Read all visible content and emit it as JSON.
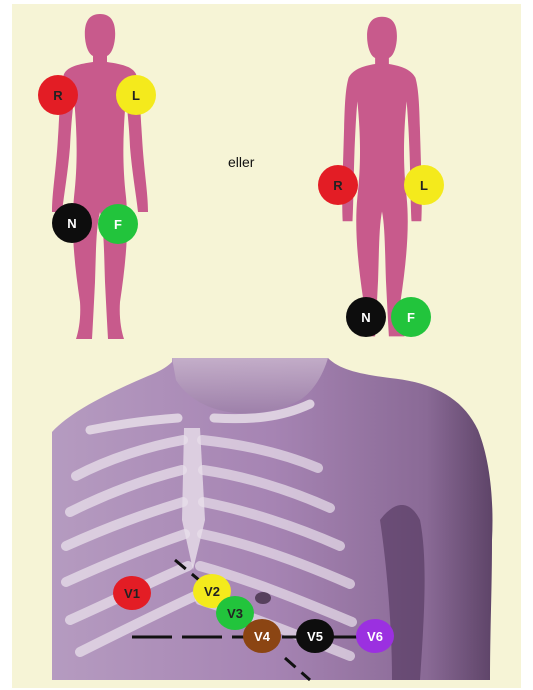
{
  "middle_text": "eller",
  "limb_electrodes_left": [
    {
      "label": "R",
      "color": "#e31d25",
      "text_color": "#222222"
    },
    {
      "label": "L",
      "color": "#f4ea1c",
      "text_color": "#222222"
    },
    {
      "label": "N",
      "color": "#0d0d0d",
      "text_color": "#ffffff"
    },
    {
      "label": "F",
      "color": "#22c43c",
      "text_color": "#ffffff"
    }
  ],
  "limb_electrodes_right": [
    {
      "label": "R",
      "color": "#e31d25",
      "text_color": "#222222"
    },
    {
      "label": "L",
      "color": "#f4ea1c",
      "text_color": "#222222"
    },
    {
      "label": "N",
      "color": "#0d0d0d",
      "text_color": "#ffffff"
    },
    {
      "label": "F",
      "color": "#22c43c",
      "text_color": "#ffffff"
    }
  ],
  "chest_electrodes": [
    {
      "label": "V1",
      "color": "#e31d25",
      "text_color": "#222222"
    },
    {
      "label": "V2",
      "color": "#f4ea1c",
      "text_color": "#222222"
    },
    {
      "label": "V3",
      "color": "#22c43c",
      "text_color": "#222222"
    },
    {
      "label": "V4",
      "color": "#8b4513",
      "text_color": "#ffffff"
    },
    {
      "label": "V5",
      "color": "#0d0d0d",
      "text_color": "#ffffff"
    },
    {
      "label": "V6",
      "color": "#9b30e0",
      "text_color": "#ffffff"
    }
  ],
  "colors": {
    "background": "#f6f4d6",
    "body": "#c85a8c",
    "torso_skin": "#a888b4"
  }
}
